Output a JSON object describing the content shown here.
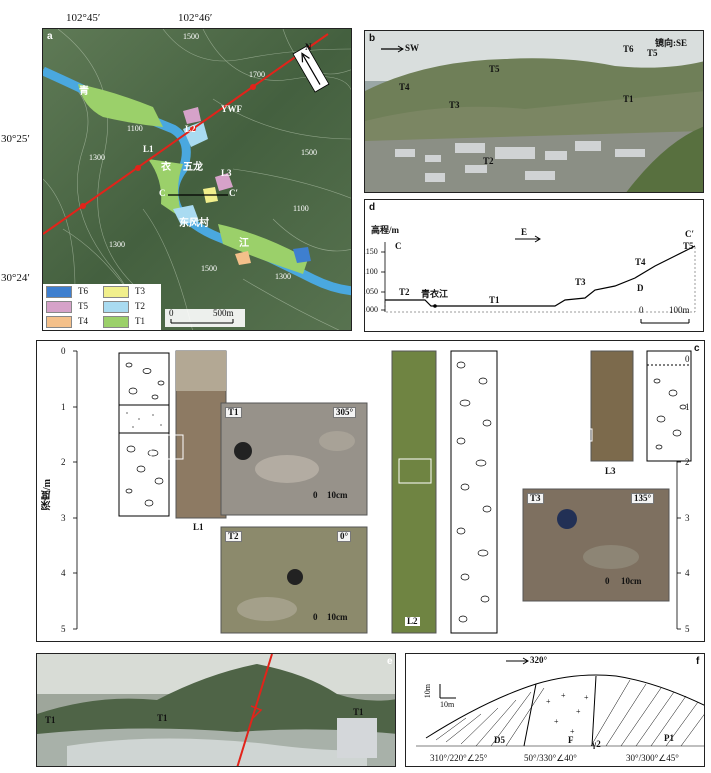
{
  "panel_a": {
    "label": "a",
    "lon_left": "102°45′",
    "lon_right": "102°46′",
    "lat_top": "30°25′",
    "lat_bottom": "30°24′",
    "fault": "YWF",
    "north": "N",
    "village1": "五龙",
    "village2": "东风村",
    "river": [
      "青",
      "衣",
      "江"
    ],
    "c_label": "C",
    "c2_label": "C′",
    "l1": "L1",
    "l2": "L2",
    "l3": "L3",
    "scale": "500m",
    "scale_zero": "0",
    "contours": [
      "1100",
      "1300",
      "1500",
      "1500",
      "1700",
      "1300",
      "1500",
      "1100",
      "1300"
    ],
    "legend": [
      {
        "label": "T6",
        "color": "#3e7fcf"
      },
      {
        "label": "T3",
        "color": "#f1ef8c"
      },
      {
        "label": "T5",
        "color": "#d6a2c9"
      },
      {
        "label": "T2",
        "color": "#a9dbf1"
      },
      {
        "label": "T4",
        "color": "#f4c08a"
      },
      {
        "label": "T1",
        "color": "#9bd06a"
      }
    ]
  },
  "panel_b": {
    "label": "b",
    "direction": "SW",
    "view": "镜向:SE",
    "terraces": [
      "T6",
      "T5",
      "T5",
      "T4",
      "T3",
      "T1",
      "T2"
    ]
  },
  "panel_d": {
    "label": "d",
    "ylabel": "高程/m",
    "yticks": [
      "1150",
      "1100",
      "1050",
      "1000"
    ],
    "c": "C",
    "c2": "C′",
    "dir": "E",
    "river": "青衣江",
    "terraces": [
      "T2",
      "T1",
      "T3",
      "T4",
      "T5"
    ],
    "d": "D",
    "scale": "100m",
    "scale_zero": "0"
  },
  "panel_c": {
    "label": "c",
    "ylabel": "深度/m",
    "depth_ticks": [
      "0",
      "1",
      "2",
      "3",
      "4",
      "5"
    ],
    "l1": "L1",
    "l2": "L2",
    "l3": "L3",
    "photo_t1": {
      "label": "T1",
      "angle": "305°",
      "scale": "10cm",
      "zero": "0"
    },
    "photo_t2": {
      "label": "T2",
      "angle": "0°",
      "scale": "10cm",
      "zero": "0"
    },
    "photo_t3": {
      "label": "T3",
      "angle": "135°",
      "scale": "10cm",
      "zero": "0"
    }
  },
  "panel_e": {
    "label": "e",
    "terraces": [
      "T1",
      "T1",
      "T1"
    ]
  },
  "panel_f": {
    "label": "f",
    "direction": "320°",
    "scale_v": "10m",
    "scale_h": "10m",
    "units": [
      "D5",
      "F",
      "γ2",
      "P1"
    ],
    "attitudes": [
      "310°/220°∠25°",
      "50°/330°∠40°",
      "30°/300°∠45°"
    ]
  }
}
